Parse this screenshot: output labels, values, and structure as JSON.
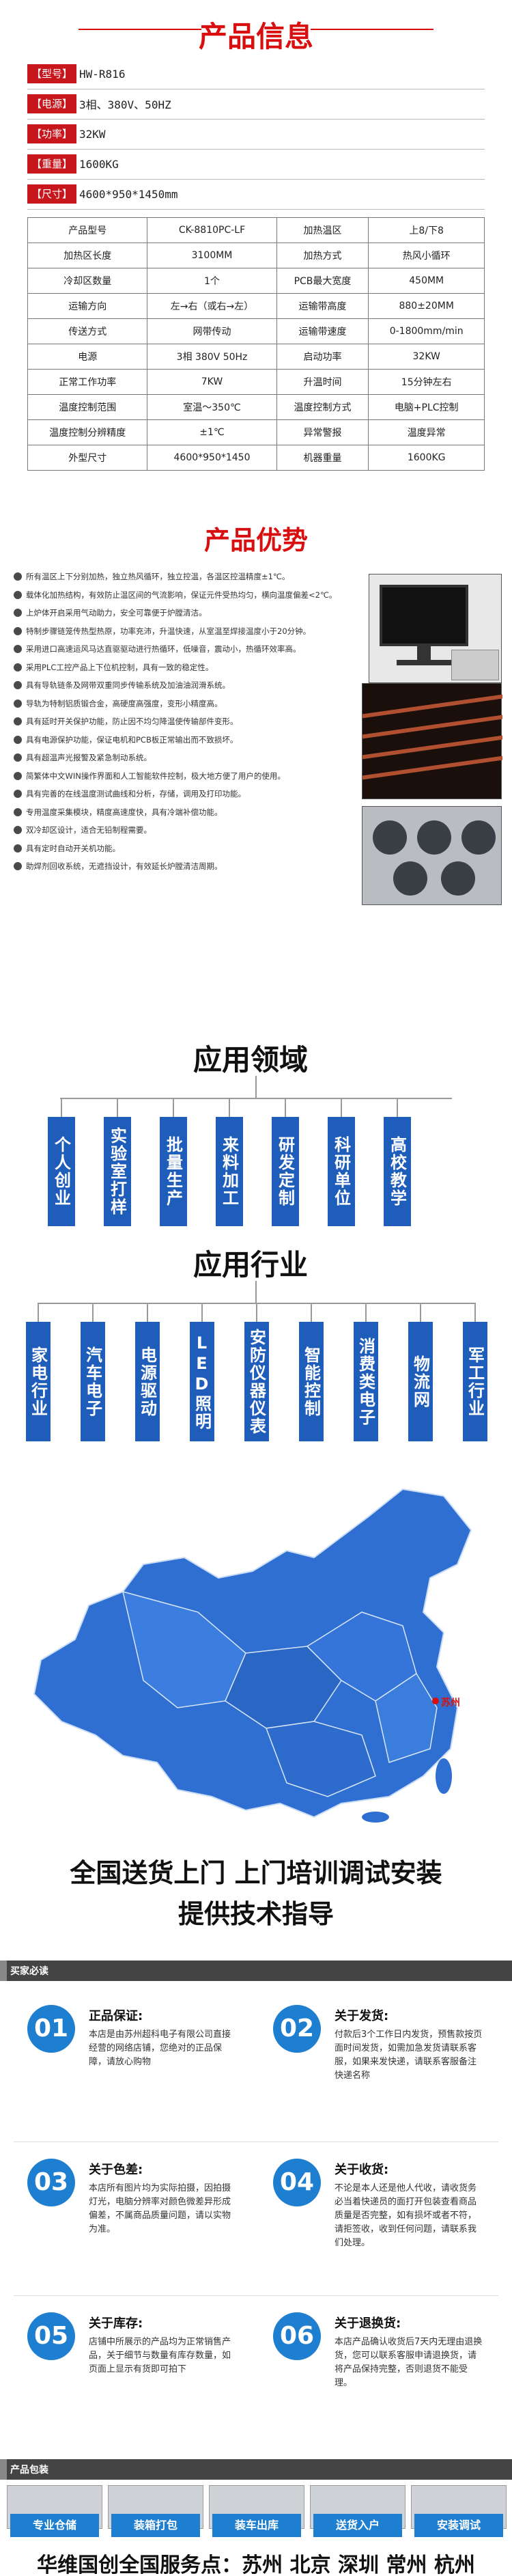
{
  "header": {
    "title": "产品信息"
  },
  "specs_list": [
    {
      "tag": "【型号】",
      "value": "HW-R816"
    },
    {
      "tag": "【电源】",
      "value": "3相、380V、50HZ"
    },
    {
      "tag": "【功率】",
      "value": "32KW"
    },
    {
      "tag": "【重量】",
      "value": "1600KG"
    },
    {
      "tag": "【尺寸】",
      "value": "4600*950*1450mm"
    }
  ],
  "spec_table": [
    [
      "产品型号",
      "CK-8810PC-LF",
      "加热温区",
      "上8/下8"
    ],
    [
      "加热区长度",
      "3100MM",
      "加热方式",
      "热风小循环"
    ],
    [
      "冷却区数量",
      "1个",
      "PCB最大宽度",
      "450MM"
    ],
    [
      "运输方向",
      "左→右（或右→左）",
      "运输带高度",
      "880±20MM"
    ],
    [
      "传送方式",
      "网带传动",
      "运输带速度",
      "0-1800mm/min"
    ],
    [
      "电源",
      "3相 380V 50Hz",
      "启动功率",
      "32KW"
    ],
    [
      "正常工作功率",
      "7KW",
      "升温时间",
      "15分钟左右"
    ],
    [
      "温度控制范围",
      "室温～350℃",
      "温度控制方式",
      "电脑+PLC控制"
    ],
    [
      "温度控制分辨精度",
      "±1℃",
      "异常警报",
      "温度异常"
    ],
    [
      "外型尺寸",
      "4600*950*1450",
      "机器重量",
      "1600KG"
    ]
  ],
  "advantages": {
    "title": "产品优势",
    "items": [
      "所有温区上下分别加热，独立热风循环，独立控温，各温区控温精度±1℃。",
      "载体化加热结构，有效防止温区间的气流影响，保证元件受热均匀，横向温度偏差<2℃。",
      "上炉体开启采用气动助力，安全可靠便于炉膛清洁。",
      "特制步骤链笼传热型热原，功率充沛，升温快速，从室温至焊接温度小于20分钟。",
      "采用进口高速运风马达直驱驱动进行热循环，低噪音，震动小，热循环效率高。",
      "采用PLC工控产品上下位机控制，具有一致的稳定性。",
      "具有导轨链条及网带双重同步传输系统及加油油润滑系统。",
      "导轨为特制铝质锻合金，高硬度高强度，变形小精度高。",
      "具有延时开关保护功能，防止因不均匀降温使传输部件变形。",
      "具有电源保护功能，保证电机和PCB板正常输出而不致损坏。",
      "具有超温声光报警及紧急制动系统。",
      "简繁体中文WIN操作界面和人工智能软件控制，极大地方便了用户的使用。",
      "具有完善的在线温度测试曲线和分析，存储，调用及打印功能。",
      "专用温度采集模块，精度高速度快，具有冷端补偿功能。",
      "双冷却区设计，适合无铅制程需要。",
      "具有定时自动开关机功能。",
      "助焊剂回收系统，无遮挡设计，有效延长炉膛清洁周期。"
    ]
  },
  "fields": {
    "title": "应用领域",
    "items": [
      "个人创业",
      "实验室打样",
      "批量生产",
      "来料加工",
      "研发定制",
      "科研单位",
      "高校教学"
    ]
  },
  "industries": {
    "title": "应用行业",
    "items": [
      "家电行业",
      "汽车电子",
      "电源驱动",
      "LED照明",
      "安防仪器仪表",
      "智能控制",
      "消费类电子",
      "物流网",
      "军工行业"
    ]
  },
  "map": {
    "city": "苏州"
  },
  "service": {
    "line1": "全国送货上门 上门培训调试安装",
    "line2": "提供技术指导"
  },
  "buyer": {
    "bar_label": "买家必读",
    "items": [
      {
        "num": "01",
        "title": "正品保证:",
        "text": "本店是由苏州超科电子有限公司直接经营的网络店铺，您绝对的正品保障，请放心购物"
      },
      {
        "num": "02",
        "title": "关于发货:",
        "text": "付款后3个工作日内发货，预售款按页面时间发货，如需加急发货请联系客服，如果来发快递，请联系客服备注快递名称"
      },
      {
        "num": "03",
        "title": "关于色差:",
        "text": "本店所有图片均为实际拍摄，因拍摄灯光，电脑分辨率对颜色微差异形成偏差，不属商品质量问题，请以实物为准。"
      },
      {
        "num": "04",
        "title": "关于收货:",
        "text": "不论是本人还是他人代收，请收货务必当着快递员的面打开包装查看商品质量是否完整，如有损坏或者不符，请拒签收，收到任何问题，请联系我们处理。"
      },
      {
        "num": "05",
        "title": "关于库存:",
        "text": "店铺中所展示的产品均为正常销售产品，关于细节与数量有库存数量，如页面上显示有货即可拍下"
      },
      {
        "num": "06",
        "title": "关于退换货:",
        "text": "本店产品确认收货后7天内无理由退换货，您可以联系客服申请退换货，请将产品保持完整，否则退货不能受理。"
      }
    ]
  },
  "packaging": {
    "bar_label": "产品包装",
    "items": [
      "专业仓储",
      "装箱打包",
      "装车出库",
      "送货入户",
      "安装调试"
    ]
  },
  "footer": "华维国创全国服务点：苏州 北京 深圳 常州 杭州",
  "colors": {
    "brand_red": "#d90f0f",
    "brand_blue": "#1e5dba",
    "accent_blue": "#1e7fd0"
  }
}
